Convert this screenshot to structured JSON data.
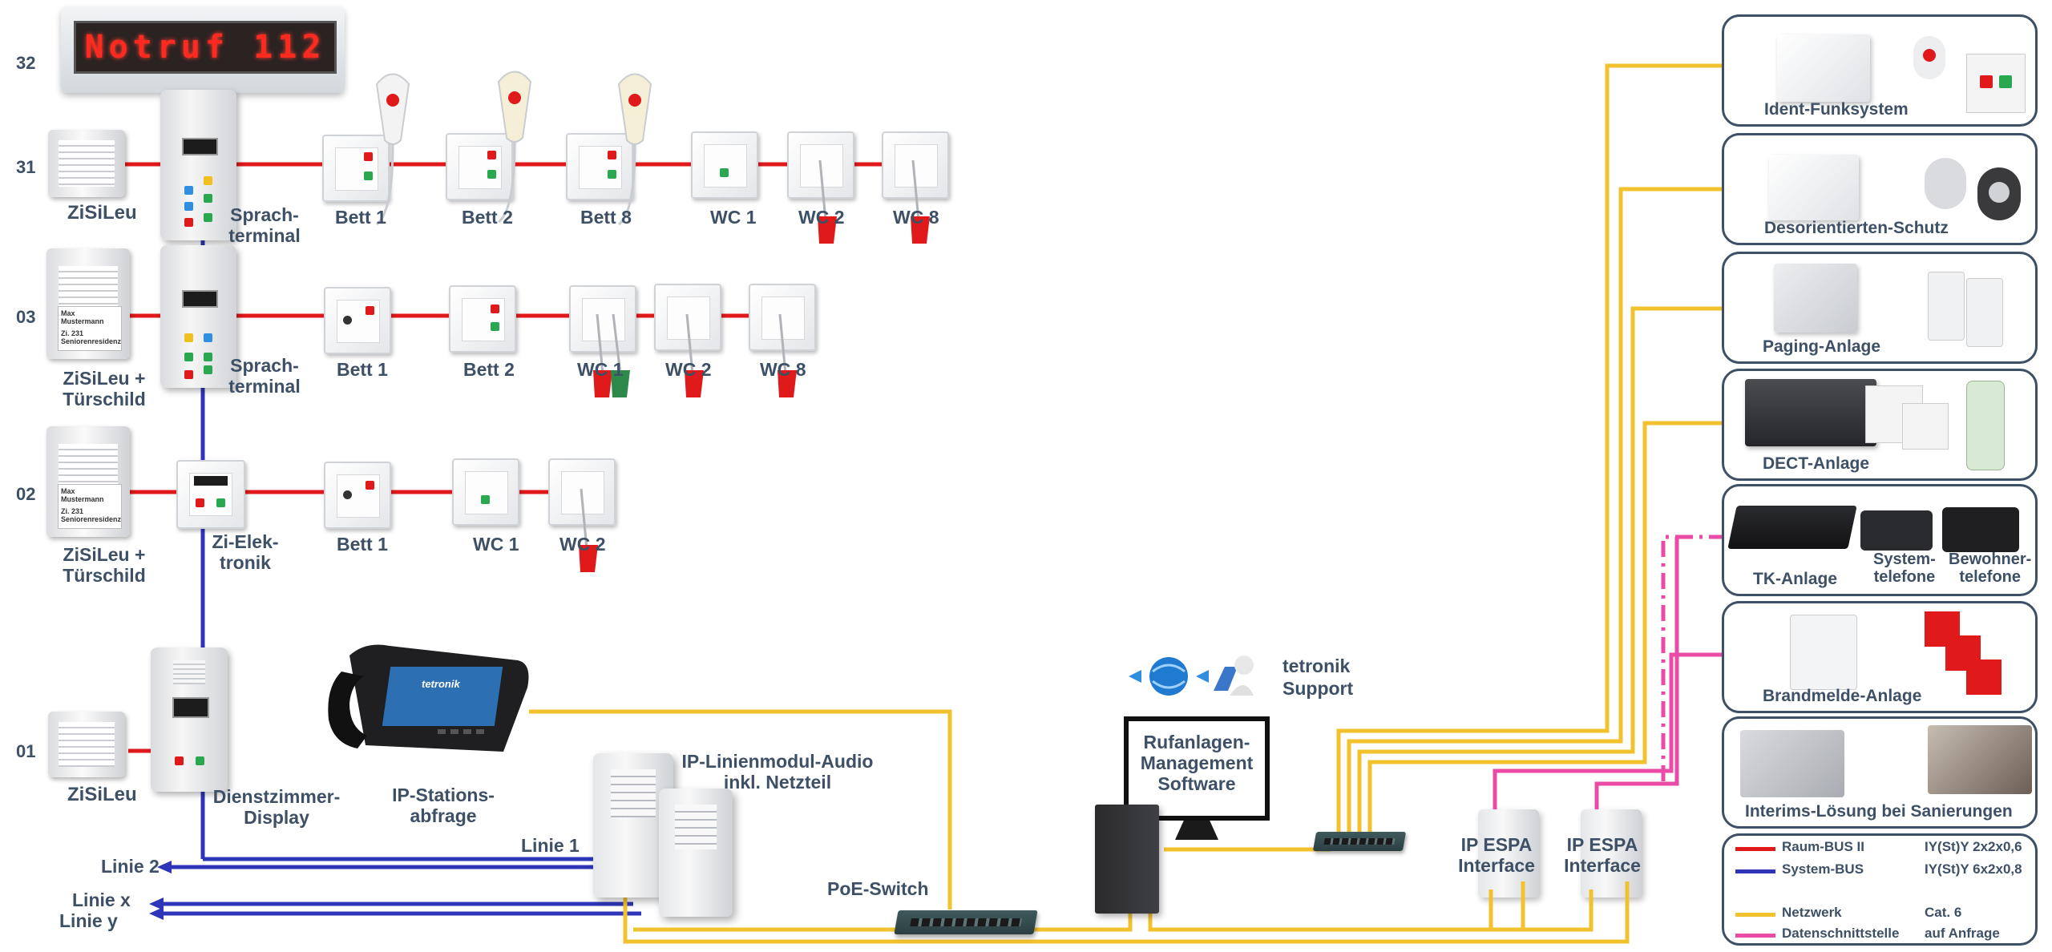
{
  "sign": {
    "text": "Notruf 112"
  },
  "floors": [
    "32",
    "31",
    "03",
    "02",
    "01"
  ],
  "devices": {
    "zisileu_31": "ZiSiLeu",
    "sprach_31": [
      "Sprach-",
      "terminal"
    ],
    "bett1_31": "Bett 1",
    "bett2_31": "Bett 2",
    "bett8_31": "Bett 8",
    "wc1_31": "WC 1",
    "wc2_31": "WC 2",
    "wc8_31": "WC 8",
    "zisileu_03": [
      "ZiSiLeu +",
      "Türschild"
    ],
    "sprach_03": [
      "Sprach-",
      "terminal"
    ],
    "bett1_03": "Bett 1",
    "bett2_03": "Bett 2",
    "wc1_03": "WC 1",
    "wc2_03": "WC 2",
    "wc8_03": "WC 8",
    "zisileu_02": [
      "ZiSiLeu +",
      "Türschild"
    ],
    "zielek_02": [
      "Zi-Elek-",
      "tronik"
    ],
    "bett1_02": "Bett 1",
    "wc1_02": "WC 1",
    "wc2_02": "WC 2",
    "zisileu_01": "ZiSiLeu",
    "dienst_01": [
      "Dienstzimmer-",
      "Display"
    ],
    "ipstation": [
      "IP-Stations-",
      "abfrage"
    ],
    "iplinien": [
      "IP-Linienmodul-Audio",
      "inkl. Netzteil"
    ],
    "poe": "PoE-Switch",
    "rufanlage": [
      "Rufanlagen-",
      "Management",
      "Software"
    ],
    "support": [
      "tetronik",
      "Support"
    ],
    "espa1": [
      "IP ESPA",
      "Interface"
    ],
    "espa2": [
      "IP ESPA",
      "Interface"
    ],
    "linie1": "Linie 1",
    "linie2": "Linie 2",
    "liniex": "Linie x",
    "liniey": "Linie y"
  },
  "doorplate": {
    "name": [
      "Max",
      "Mustermann"
    ],
    "room": [
      "Zi. 231",
      "Seniorenresidenz"
    ]
  },
  "phone_screen_brand": "tetronik",
  "systems": [
    {
      "title": "Ident-Funksystem"
    },
    {
      "title": "Desorientierten-Schutz"
    },
    {
      "title": "Paging-Anlage"
    },
    {
      "title": "DECT-Anlage"
    },
    {
      "title": "TK-Anlage",
      "extra": [
        [
          "System-",
          "telefone"
        ],
        [
          "Bewohner-",
          "telefone"
        ]
      ]
    },
    {
      "title": "Brandmelde-Anlage"
    },
    {
      "title": "Interims-Lösung bei Sanierungen"
    }
  ],
  "legend": [
    {
      "name": "Raum-BUS II",
      "spec": "IY(St)Y 2x2x0,6",
      "color": "#e0191b"
    },
    {
      "name": "System-BUS",
      "spec": "IY(St)Y 6x2x0,8",
      "color": "#2f35b8"
    },
    {
      "name": "Netzwerk",
      "spec": "Cat. 6",
      "color": "#f2c12e"
    },
    {
      "name": "Datenschnittstelle",
      "spec": "auf Anfrage",
      "color": "#e94ba6"
    }
  ],
  "colors": {
    "raum_bus": "#e0191b",
    "system_bus": "#2f35b8",
    "netzwerk": "#f2c12e",
    "daten": "#e94ba6",
    "label": "#3d5066"
  }
}
